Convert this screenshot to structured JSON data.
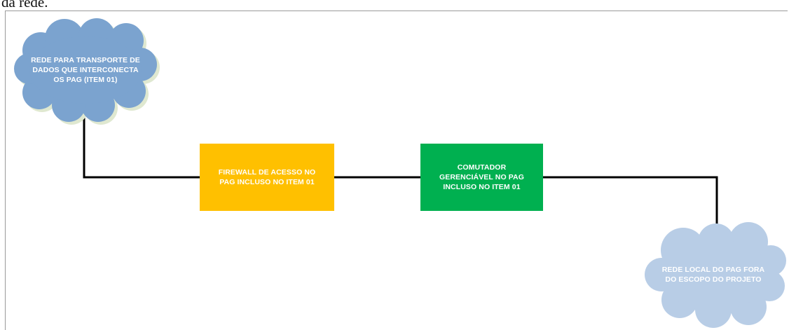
{
  "caption": "da rede.",
  "nodes": {
    "cloud_transport": {
      "label": "REDE PARA TRANSPORTE DE\nDADOS QUE INTERCONECTA\nOS PAG (ITEM 01)",
      "color": "#7ba3cf"
    },
    "firewall": {
      "label": "FIREWALL DE ACESSO NO\nPAG INCLUSO NO ITEM 01",
      "color": "#ffc000"
    },
    "switch": {
      "label": "COMUTADOR\nGERENCIÁVEL NO PAG\nINCLUSO NO ITEM 01",
      "color": "#00b050"
    },
    "cloud_local": {
      "label": "REDE LOCAL DO PAG FORA\nDO ESCOPO DO PROJETO",
      "color": "#b8cde6"
    }
  },
  "connector_color": "#000000"
}
